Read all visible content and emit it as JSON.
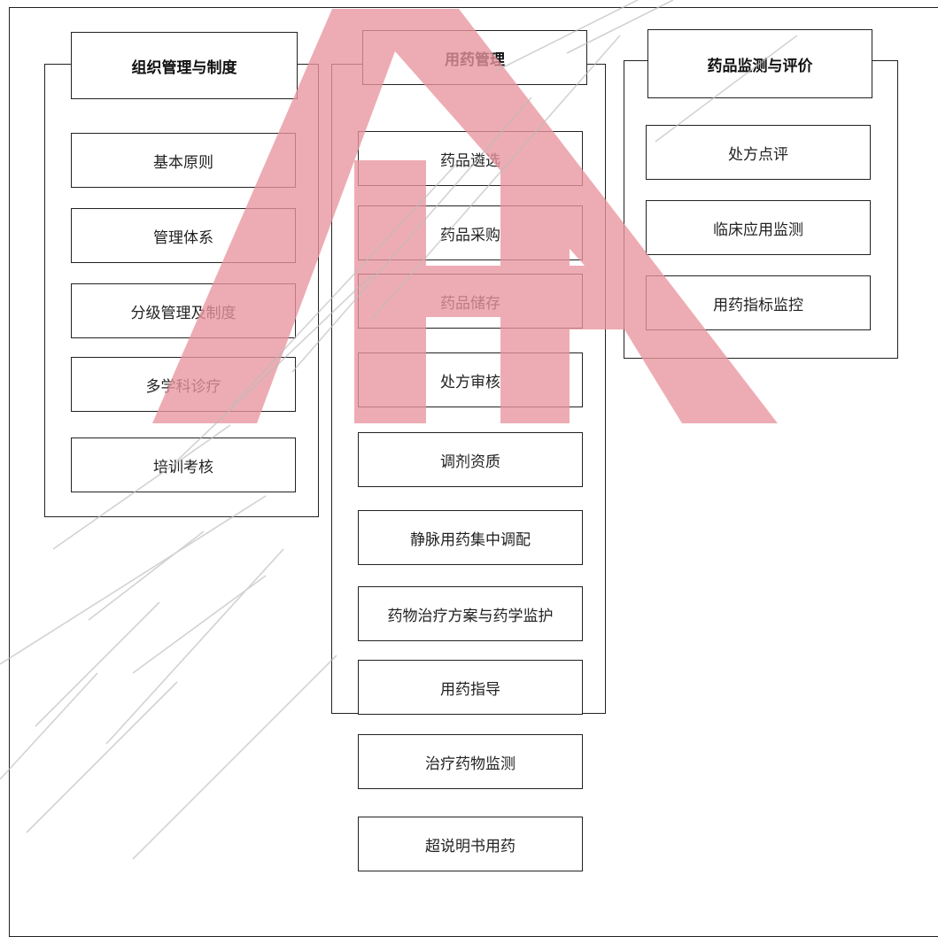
{
  "groups": [
    {
      "header": "组织管理与制度",
      "items": [
        "基本原则",
        "管理体系",
        "分级管理及制度",
        "多学科诊疗",
        "培训考核"
      ]
    },
    {
      "header": "用药管理",
      "items": [
        "药品遴选",
        "药品采购",
        "药品储存",
        "处方审核",
        "调剂资质",
        "静脉用药集中调配",
        "药物治疗方案与药学监护",
        "用药指导",
        "治疗药物监测",
        "超说明书用药"
      ]
    },
    {
      "header": "药品监测与评价",
      "items": [
        "处方点评",
        "临床应用监测",
        "用药指标监控"
      ]
    }
  ],
  "colors": {
    "border": "#222222",
    "watermark_logo": "#e8959e",
    "watermark_text": "#bbbbbb"
  }
}
